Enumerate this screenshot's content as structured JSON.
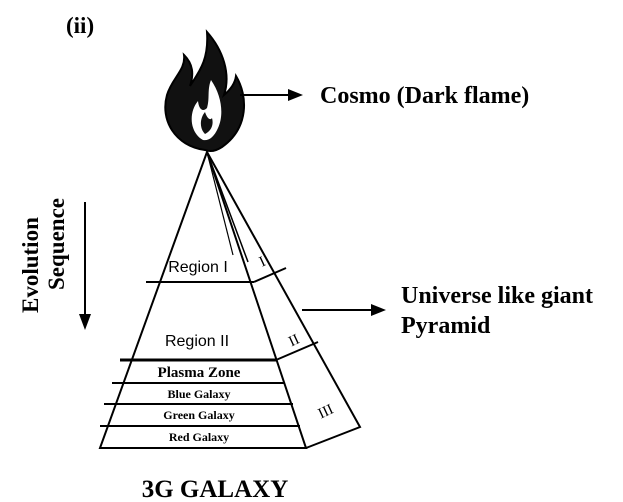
{
  "figure_label": "(ii)",
  "flame_label": "Cosmo (Dark flame)",
  "evolution": {
    "line1": "Evolution",
    "line2": "Sequence"
  },
  "pyramid_label": {
    "line1": "Universe like giant",
    "line2": "Pyramid"
  },
  "regions": {
    "region1": "Region I",
    "region2": "Region II",
    "plasma": "Plasma Zone",
    "blue": "Blue Galaxy",
    "green": "Green Galaxy",
    "red": "Red Galaxy"
  },
  "side_labels": {
    "one": "I",
    "two": "II",
    "three": "III"
  },
  "caption": "3G GALAXY"
}
